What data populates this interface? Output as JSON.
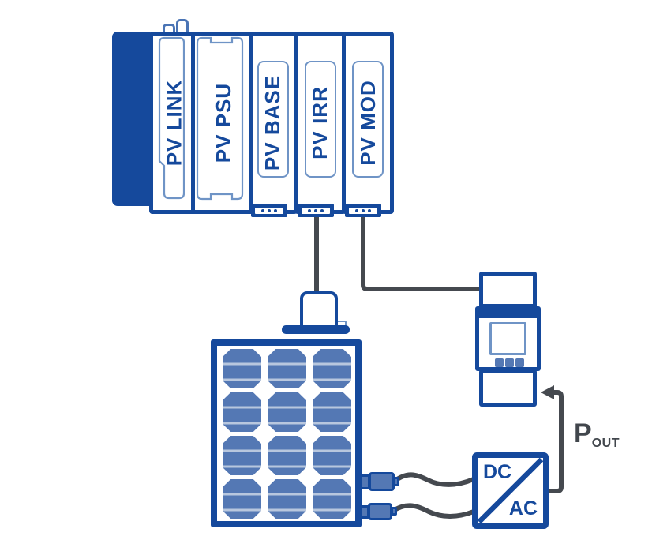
{
  "rack": {
    "modules": [
      {
        "label": "PV LINK"
      },
      {
        "label": "PV PSU"
      },
      {
        "label": "PV BASE"
      },
      {
        "label": "PV IRR"
      },
      {
        "label": "PV MOD"
      }
    ]
  },
  "inverter": {
    "top_label": "DC",
    "bottom_label": "AC"
  },
  "power_output": {
    "symbol": "P",
    "subscript": "OUT"
  },
  "colors": {
    "primary_blue": "#15499c",
    "cell_blue": "#5478b4",
    "light_blue_outline": "#6f94c6",
    "cell_stripe": "#b8c7de",
    "wire_gray": "#45494f"
  }
}
